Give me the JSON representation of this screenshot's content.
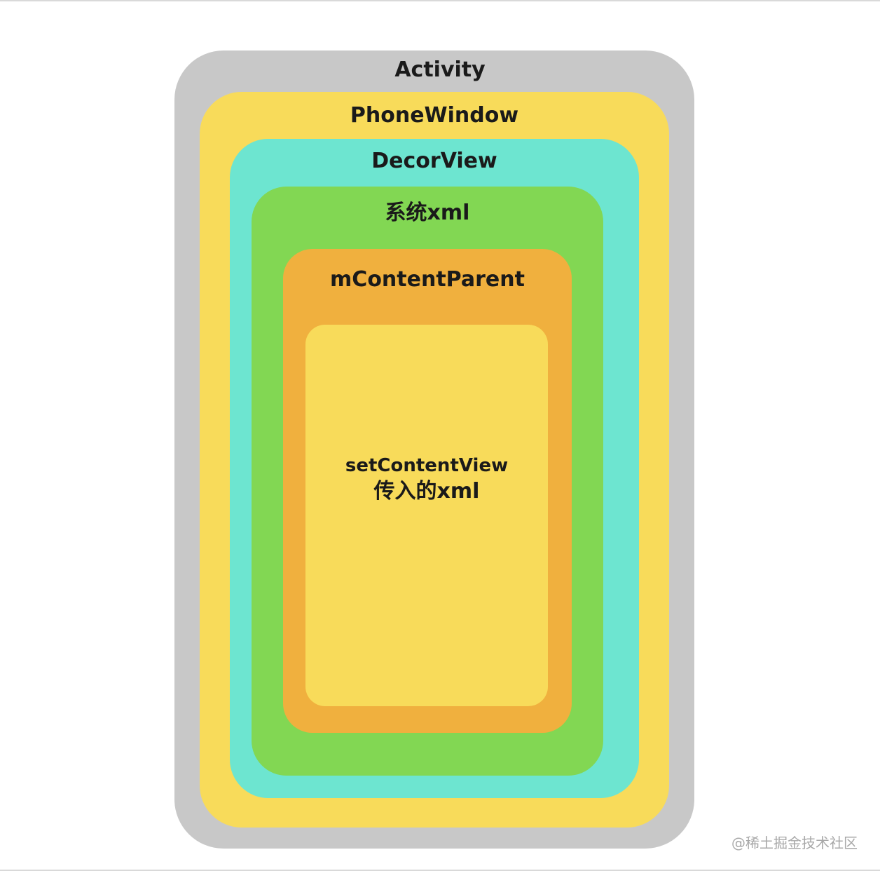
{
  "diagram": {
    "layers": [
      {
        "id": "activity",
        "label": "Activity",
        "color": "#c8c8c8"
      },
      {
        "id": "phonewindow",
        "label": "PhoneWindow",
        "color": "#f8db5a"
      },
      {
        "id": "decorview",
        "label": "DecorView",
        "color": "#6de5d0"
      },
      {
        "id": "systemxml",
        "label": "系统xml",
        "color": "#82d753"
      },
      {
        "id": "mcontentparent",
        "label": "mContentParent",
        "color": "#f0b03e"
      },
      {
        "id": "setcontentview",
        "label_line1": "setContentView",
        "label_line2": "传入的xml",
        "color": "#f8db5a"
      }
    ]
  },
  "watermark": "@稀土掘金技术社区"
}
